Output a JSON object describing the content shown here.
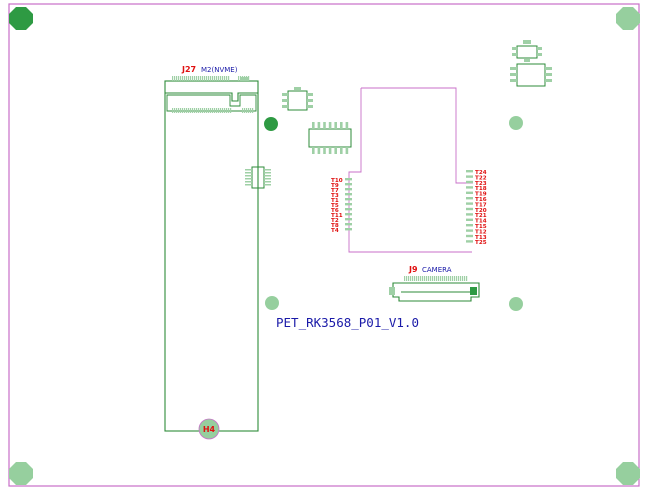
{
  "board": {
    "title": "PET_RK3568_P01_V1.0",
    "colors": {
      "outline": "#c86fc8",
      "silk": "#2e8b3a",
      "pad": "#9fd0a6",
      "mount": "#96cf9e",
      "fiducial": "#2e9a43",
      "designator": "#e01010",
      "label": "#1a1aa8"
    }
  },
  "connectors": {
    "m2": {
      "designator": "J27",
      "label": "M2(NVME)"
    },
    "camera": {
      "designator": "J9",
      "label": "CAMERA"
    }
  },
  "mount_hole": {
    "designator": "H4"
  },
  "test_points": {
    "left": [
      "T10",
      "T9",
      "T7",
      "T3",
      "T1",
      "T5",
      "T6",
      "T11",
      "T2",
      "T8",
      "T4"
    ],
    "right": [
      "T24",
      "T22",
      "T23",
      "T18",
      "T19",
      "T16",
      "T17",
      "T20",
      "T21",
      "T14",
      "T15",
      "T12",
      "T13",
      "T25"
    ]
  }
}
